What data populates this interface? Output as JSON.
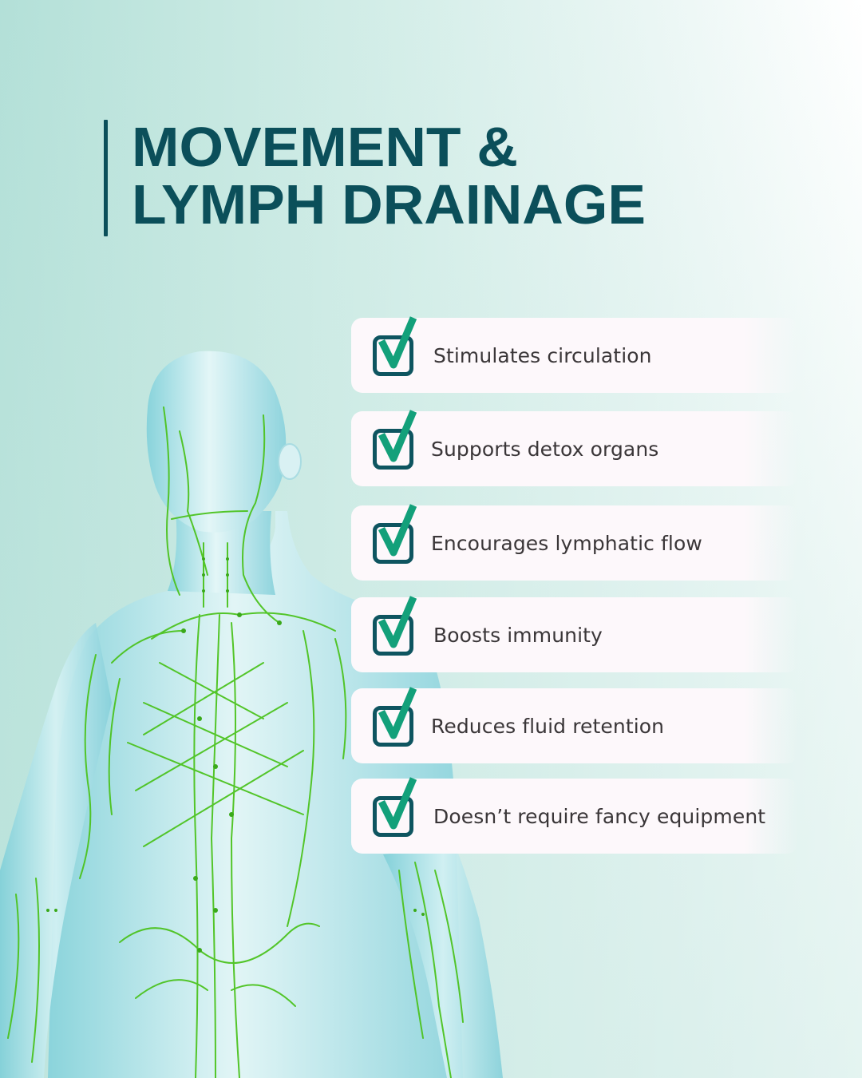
{
  "title": {
    "line1": "MOVEMENT &",
    "line2": "LYMPH DRAINAGE"
  },
  "illustration": {
    "subject": "human-lymphatic-system",
    "body_color": "#bfe6ea",
    "lymph_color": "#4cc31f"
  },
  "checklist": {
    "icon": "checkbox-checked-icon",
    "items": [
      {
        "label": "Stimulates circulation"
      },
      {
        "label": "Supports detox organs"
      },
      {
        "label": "Encourages lymphatic flow"
      },
      {
        "label": "Boosts immunity"
      },
      {
        "label": "Reduces fluid retention"
      },
      {
        "label": "Doesn’t require fancy equipment"
      }
    ]
  },
  "colors": {
    "title": "#0b4f5a",
    "checkbox_border": "#0e5560",
    "check_mark": "#13a07a",
    "card_bg": "#fdf8fb",
    "text": "#3a3638",
    "bg_left": "#b3e0d8",
    "bg_right": "#ffffff"
  }
}
